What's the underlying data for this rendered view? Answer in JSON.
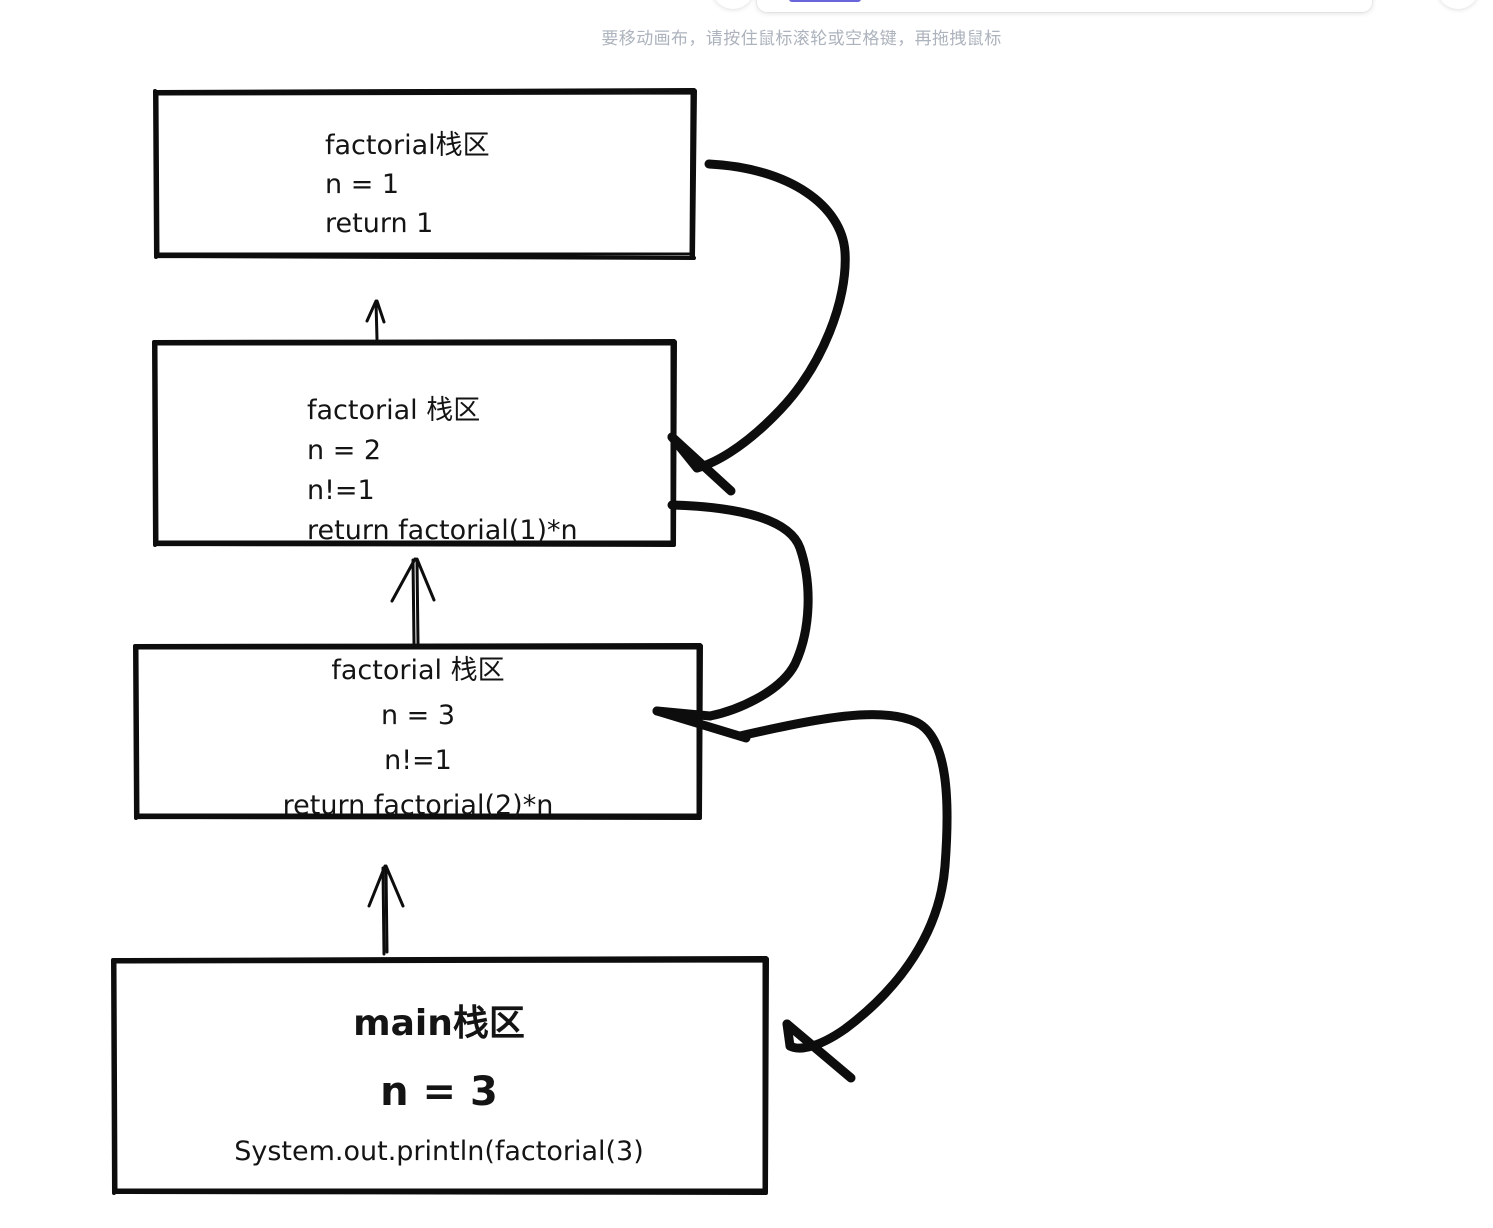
{
  "app": {
    "hint_text": "要移动画布，请按住鼠标滚轮或空格键，再拖拽鼠标",
    "accent_color": "#6965db",
    "ink_color": "#0d0d0d",
    "canvas_background": "#ffffff"
  },
  "toolbar": {
    "active_tool_indicator": "",
    "left_round_button": "",
    "right_round_button": ""
  },
  "diagram": {
    "boxes": [
      {
        "id": "factorial-frame-1",
        "lines": [
          "factorial栈区",
          "n = 1",
          "return 1"
        ]
      },
      {
        "id": "factorial-frame-2",
        "lines": [
          "factorial 栈区",
          "n = 2",
          "n!=1",
          "return factorial(1)*n"
        ]
      },
      {
        "id": "factorial-frame-3",
        "lines": [
          "factorial 栈区",
          "n = 3",
          "n!=1",
          "return factorial(2)*n"
        ]
      },
      {
        "id": "main-frame",
        "title": "main栈区",
        "n": "n = 3",
        "call": "System.out.println(factorial(3)"
      }
    ],
    "arrows": [
      {
        "id": "call-arrow-main-to-f3",
        "direction": "up",
        "style": "straight"
      },
      {
        "id": "call-arrow-f3-to-f2",
        "direction": "up",
        "style": "straight-double"
      },
      {
        "id": "call-arrow-f2-to-f1",
        "direction": "up",
        "style": "straight-thin"
      },
      {
        "id": "return-arrow-f1-to-f2",
        "direction": "curved-left",
        "style": "curved-thick"
      },
      {
        "id": "return-arrow-f2-to-f3",
        "direction": "curved-left",
        "style": "curved-thick"
      },
      {
        "id": "return-arrow-f3-to-main",
        "direction": "curved-left",
        "style": "curved-thick"
      }
    ]
  }
}
